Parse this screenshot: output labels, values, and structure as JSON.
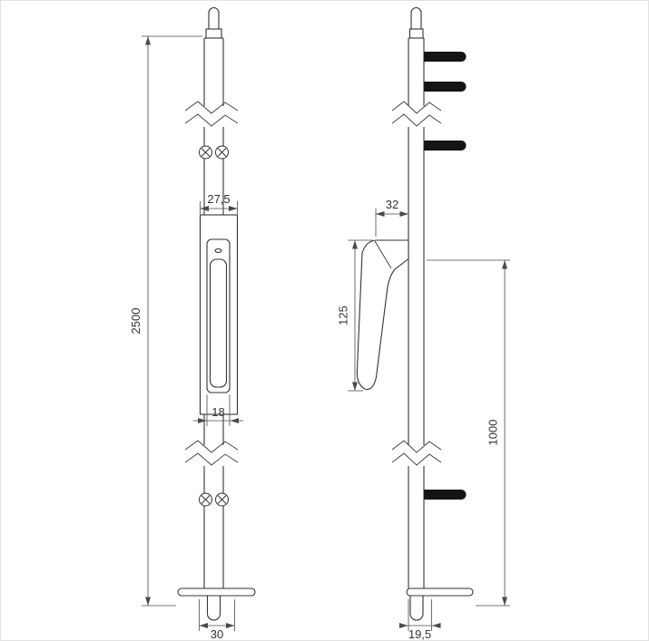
{
  "colors": {
    "line": "#333333",
    "dimension": "#4a4a4a",
    "stud_fill": "#141414",
    "background": "#ffffff"
  },
  "views": {
    "front": {
      "dimensions": {
        "housing_width": "27,5",
        "slot_width": "18",
        "total_height": "2500",
        "base_width": "30"
      }
    },
    "side": {
      "dimensions": {
        "top_projection": "32",
        "handle_length": "125",
        "handle_height_from_bottom": "1000",
        "base_depth": "19,5"
      }
    }
  }
}
